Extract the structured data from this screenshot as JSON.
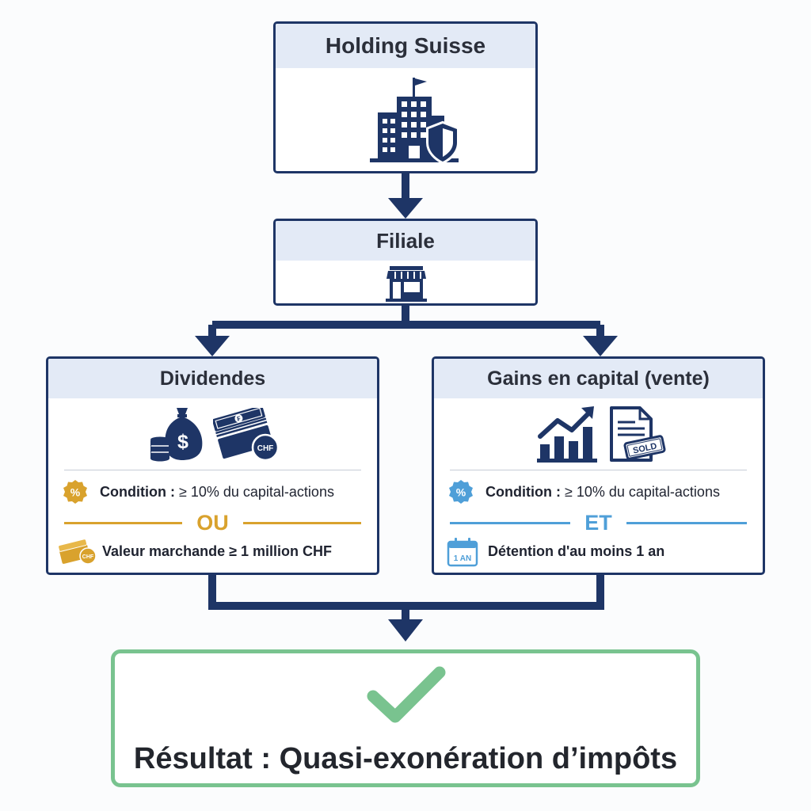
{
  "holding": {
    "title": "Holding Suisse"
  },
  "filiale": {
    "title": "Filiale"
  },
  "dividendes": {
    "title": "Dividendes",
    "currency_badge": "CHF",
    "condition_label": "Condition :",
    "condition_text": " ≥ 10% du capital-actions",
    "separator": "OU",
    "value_label": "Valeur marchande ≥ 1 million CHF",
    "value_icon_badge": "CHF"
  },
  "gains": {
    "title": "Gains en capital (vente)",
    "sold_stamp": "SOLD",
    "condition_label": "Condition :",
    "condition_text": " ≥ 10% du capital-actions",
    "separator": "ET",
    "holding_label": "Détention d'au moins 1 an",
    "calendar_label": "1 AN"
  },
  "result": {
    "text": "Résultat : Quasi-exonération d’impôts"
  },
  "colors": {
    "navy": "#1e3566",
    "header_bg": "#e3eaf6",
    "or_gold": "#d9a22d",
    "and_blue": "#4f9fd8",
    "result_green": "#79c38f"
  }
}
